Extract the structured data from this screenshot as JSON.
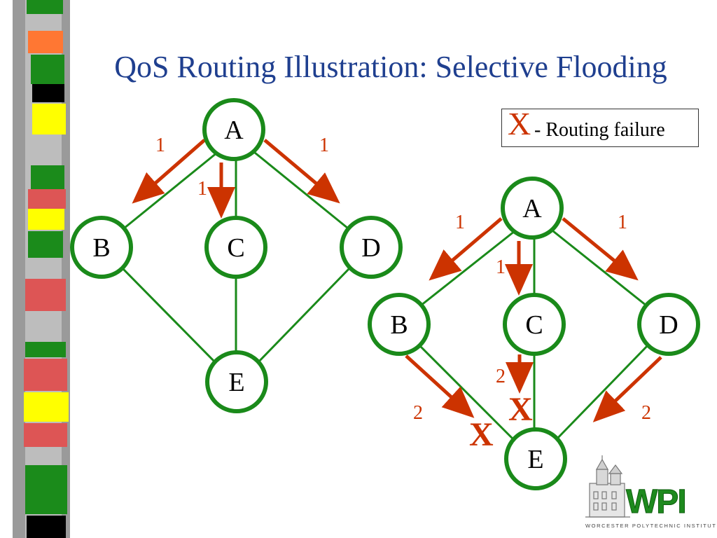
{
  "slide": {
    "title": "QoS Routing Illustration: Selective Flooding"
  },
  "legend": {
    "symbol": "X",
    "text": "- Routing failure"
  },
  "diagrams": [
    {
      "id": "left",
      "nodes": [
        "A",
        "B",
        "C",
        "D",
        "E"
      ],
      "arrow_labels": [
        "1",
        "1",
        "1"
      ]
    },
    {
      "id": "right",
      "nodes": [
        "A",
        "B",
        "C",
        "D",
        "E"
      ],
      "arrow_labels": [
        "1",
        "1",
        "1",
        "2",
        "2",
        "2"
      ],
      "failure_marks": [
        "X",
        "X"
      ]
    }
  ],
  "logo": {
    "text": "WPI",
    "caption": "WORCESTER POLYTECHNIC INSTITUTE"
  },
  "colors": {
    "title": "#1f3f8f",
    "edge": "#1a8a1a",
    "arrow": "#cc3300",
    "node_text": "#000000",
    "strip_green": "#118811",
    "strip_red": "#dd5555",
    "strip_yellow": "#ffff00",
    "strip_orange": "#ff7733",
    "strip_gray": "#999999"
  }
}
